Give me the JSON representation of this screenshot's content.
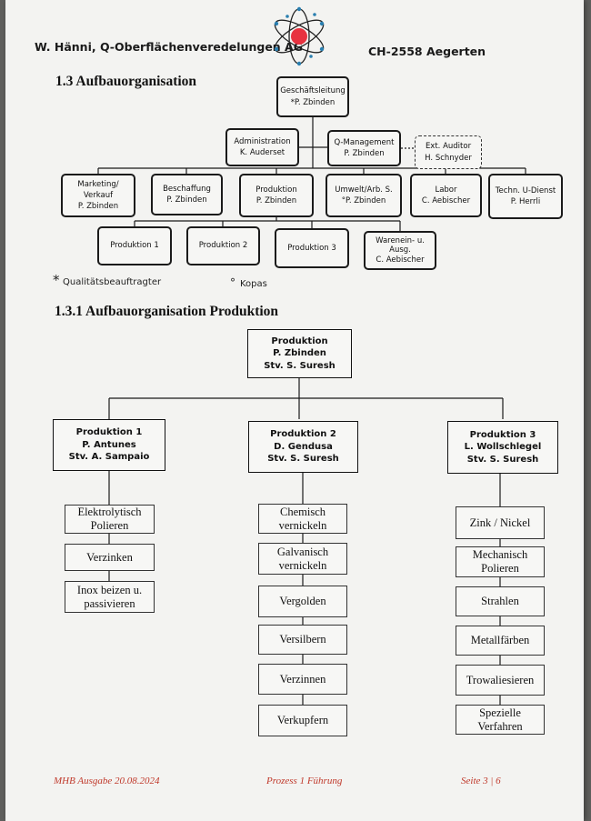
{
  "header": {
    "company": "W. Hänni, Q-Oberflächenveredelungen AG",
    "location": "CH-2558 Aegerten",
    "logo_icon": "atom-logo-icon"
  },
  "section1": {
    "title": "1.3 Aufbauorganisation",
    "top": {
      "line1": "Geschäftsleitung",
      "line2": "*P. Zbinden"
    },
    "admin": {
      "line1": "Administration",
      "line2": "K. Auderset"
    },
    "qm": {
      "line1": "Q-Management",
      "line2": "P. Zbinden"
    },
    "auditor": {
      "line1": "Ext. Auditor",
      "line2": "H. Schnyder"
    },
    "departments": [
      {
        "line1": "Marketing/",
        "line2": "Verkauf",
        "line3": "P. Zbinden"
      },
      {
        "line1": "Beschaffung",
        "line2": "P. Zbinden"
      },
      {
        "line1": "Produktion",
        "line2": "P. Zbinden"
      },
      {
        "line1": "Umwelt/Arb. S.",
        "line2": "°P. Zbinden"
      },
      {
        "line1": "Labor",
        "line2": "C. Aebischer"
      },
      {
        "line1": "Techn. U-Dienst",
        "line2": "P. Herrli"
      }
    ],
    "production_units": [
      {
        "line1": "Produktion 1"
      },
      {
        "line1": "Produktion 2"
      },
      {
        "line1": "Produktion 3"
      },
      {
        "line1": "Warenein- u.",
        "line2": "Ausg.",
        "line3": "C. Aebischer"
      }
    ],
    "legend": {
      "star": "*",
      "star_text": "Qualitätsbeauftragter",
      "degree": "°",
      "degree_text": "Kopas"
    }
  },
  "section2": {
    "title": "1.3.1 Aufbauorganisation Produktion",
    "top": {
      "line1": "Produktion",
      "line2": "P. Zbinden",
      "line3": "Stv. S. Suresh"
    },
    "columns": [
      {
        "line1": "Produktion 1",
        "line2": "P. Antunes",
        "line3": "Stv. A. Sampaio",
        "processes": [
          {
            "line1": "Elektrolytisch",
            "line2": "Polieren"
          },
          {
            "line1": "Verzinken"
          },
          {
            "line1": "Inox beizen u.",
            "line2": "passivieren"
          }
        ]
      },
      {
        "line1": "Produktion 2",
        "line2": "D. Gendusa",
        "line3": "Stv. S. Suresh",
        "processes": [
          {
            "line1": "Chemisch",
            "line2": "vernickeln"
          },
          {
            "line1": "Galvanisch",
            "line2": "vernickeln"
          },
          {
            "line1": "Vergolden"
          },
          {
            "line1": "Versilbern"
          },
          {
            "line1": "Verzinnen"
          },
          {
            "line1": "Verkupfern"
          }
        ]
      },
      {
        "line1": "Produktion 3",
        "line2": "L. Wollschlegel",
        "line3": "Stv. S. Suresh",
        "processes": [
          {
            "line1": "Zink / Nickel"
          },
          {
            "line1": "Mechanisch",
            "line2": "Polieren"
          },
          {
            "line1": "Strahlen"
          },
          {
            "line1": "Metallfärben"
          },
          {
            "line1": "Trowaliesieren"
          },
          {
            "line1": "Spezielle",
            "line2": "Verfahren"
          }
        ]
      }
    ]
  },
  "footer": {
    "left": "MHB Ausgabe 20.08.2024",
    "center": "Prozess 1 Führung",
    "right": "Seite 3 | 6"
  }
}
